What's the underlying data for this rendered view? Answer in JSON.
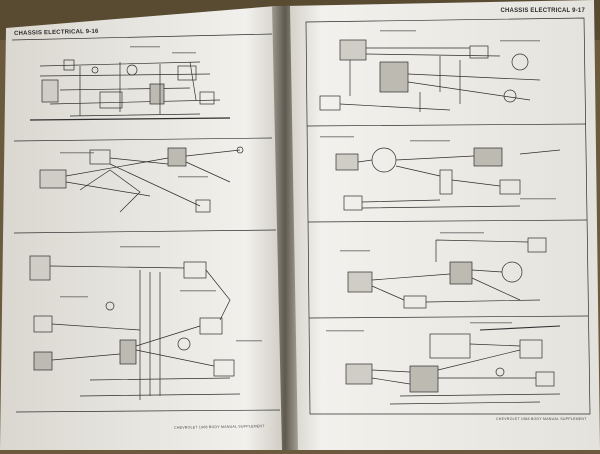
{
  "book": {
    "left_page_header": "CHASSIS ELECTRICAL 9-16",
    "right_page_header": "CHASSIS ELECTRICAL 9-17",
    "left_page_footer": "CHEVROLET 1968 BODY MANUAL SUPPLEMENT",
    "right_page_footer": "CHEVROLET 1968 BODY MANUAL SUPPLEMENT"
  },
  "colors": {
    "background": "#6b5a3e",
    "paper": "#eeeeea",
    "ink": "#2e2e2e"
  }
}
